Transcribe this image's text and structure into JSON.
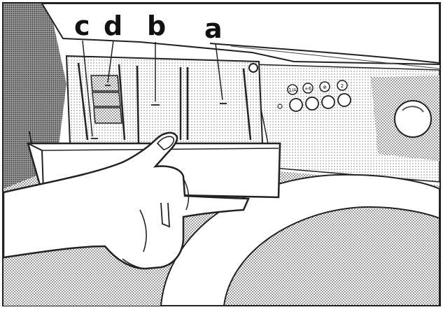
{
  "labels": {
    "c": "c",
    "d": "d",
    "b": "b",
    "a": "a"
  },
  "controls": {
    "symbols": [
      "1/A",
      "+6",
      "⊕",
      "2"
    ]
  },
  "colors": {
    "ink": "#111111",
    "paper": "#ffffff",
    "halftone": "#8a8a8a"
  },
  "icons": {
    "hand": "hand-pulling-drawer-icon",
    "drawer": "detergent-drawer-icon",
    "knob": "program-knob-icon"
  }
}
